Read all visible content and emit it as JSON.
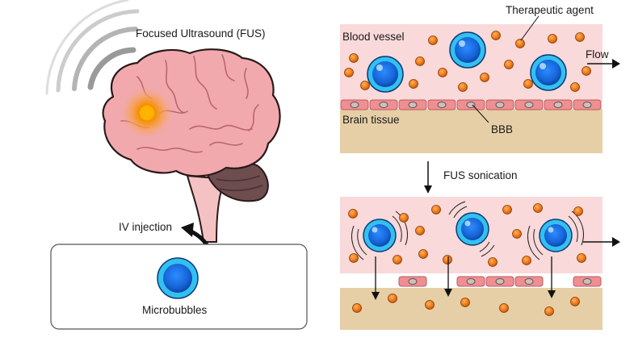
{
  "labels": {
    "fus": "Focused Ultrasound (FUS)",
    "iv_injection": "IV injection",
    "microbubbles": "Microbubbles",
    "therapeutic_agent": "Therapeutic agent",
    "blood_vessel": "Blood vessel",
    "flow": "Flow",
    "brain_tissue": "Brain tissue",
    "bbb": "BBB",
    "fus_sonication": "FUS sonication"
  },
  "colors": {
    "vessel": "#f9d9da",
    "tissue": "#e6cfa6",
    "endothelial_cell": "#ef8f92",
    "nucleus": "#8a6f6a",
    "agent": "#f07d1c",
    "bubble_core": "#1565d8",
    "bubble_ring": "#34c0ef",
    "brain": "#f2a9ad",
    "cerebellum": "#6e4d4f",
    "brainstem": "#f5c2c3",
    "focal_spot": "#f59000",
    "ultrasound_arc": "#9a9a9a"
  }
}
